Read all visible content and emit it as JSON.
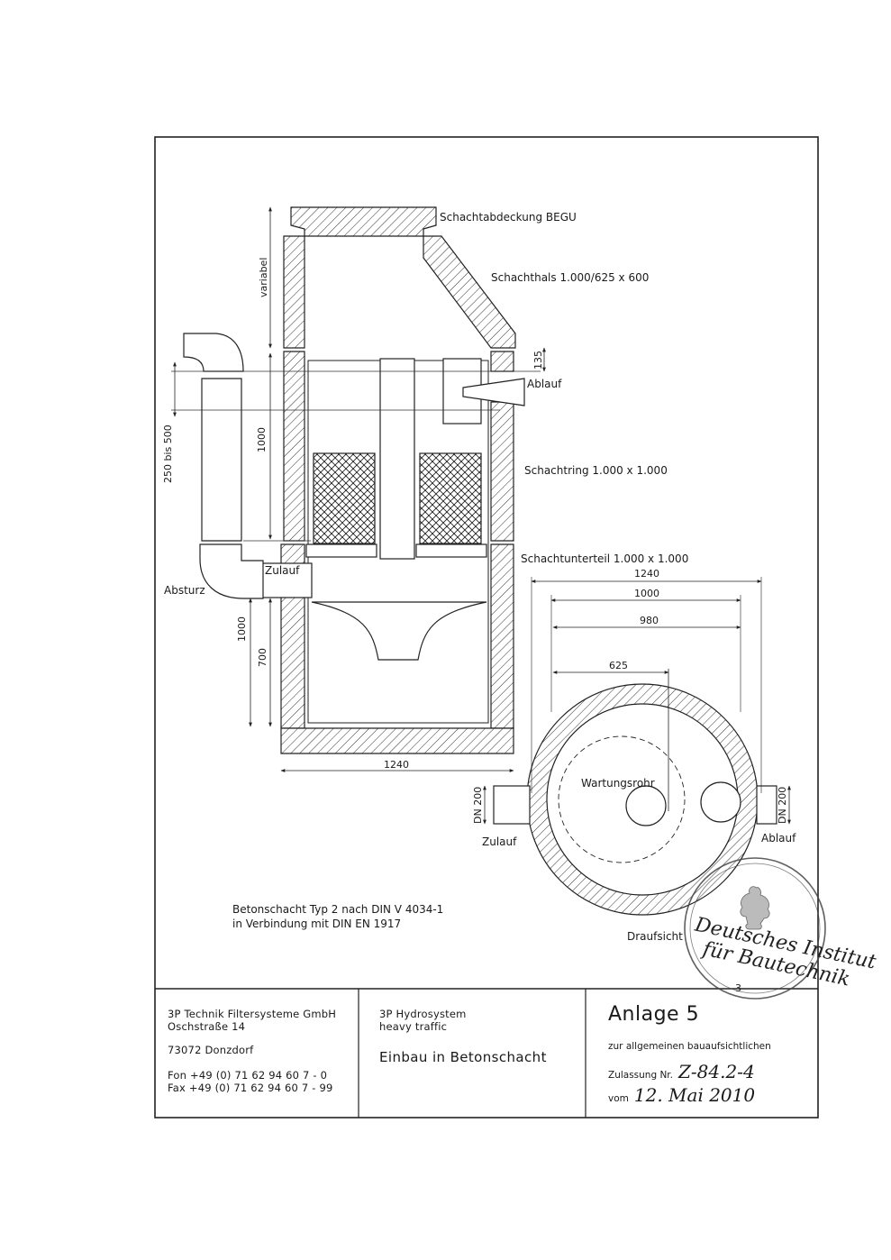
{
  "labels": {
    "schachtabdeckung": "Schachtabdeckung BEGU",
    "schachthals": "Schachthals 1.000/625 x 600",
    "ablauf_side": "Ablauf",
    "schachtring": "Schachtring 1.000 x 1.000",
    "schachtunterteil": "Schachtunterteil 1.000 x 1.000",
    "zulauf_side": "Zulauf",
    "absturz": "Absturz",
    "wartungsrohr": "Wartungsrohr",
    "zulauf_plan": "Zulauf",
    "ablauf_plan": "Ablauf",
    "draufsicht": "Draufsicht",
    "note_line1": "Betonschacht Typ 2 nach DIN V 4034-1",
    "note_line2": "in Verbindung mit DIN EN 1917"
  },
  "dimensions": {
    "variabel": "variabel",
    "d135": "135",
    "d250_500": "250 bis 500",
    "d1000_upper": "1000",
    "d1000_lower": "1000",
    "d700": "700",
    "d1240_bottom": "1240",
    "plan_1240": "1240",
    "plan_1000": "1000",
    "plan_980": "980",
    "plan_625": "625",
    "dn200_left": "DN 200",
    "dn200_right": "DN 200"
  },
  "stamp": {
    "line1": "Deutsches Institut",
    "line2": "für Bautechnik",
    "number": "3"
  },
  "title_block": {
    "company": "3P Technik Filtersysteme GmbH",
    "street": "Oschstraße 14",
    "city": "73072 Donzdorf",
    "phone": "Fon +49 (0) 71 62 94 60 7 - 0",
    "fax": "Fax +49 (0) 71 62 94 60 7 - 99",
    "product_line1": "3P Hydrosystem",
    "product_line2": "heavy traffic",
    "description": "Einbau in Betonschacht",
    "anlage": "Anlage 5",
    "approval_text": "zur allgemeinen bauaufsichtlichen",
    "zulassung_label": "Zulassung Nr.",
    "zulassung_nr": "Z-84.2-4",
    "vom_label": "vom",
    "date": "12. Mai 2010"
  }
}
